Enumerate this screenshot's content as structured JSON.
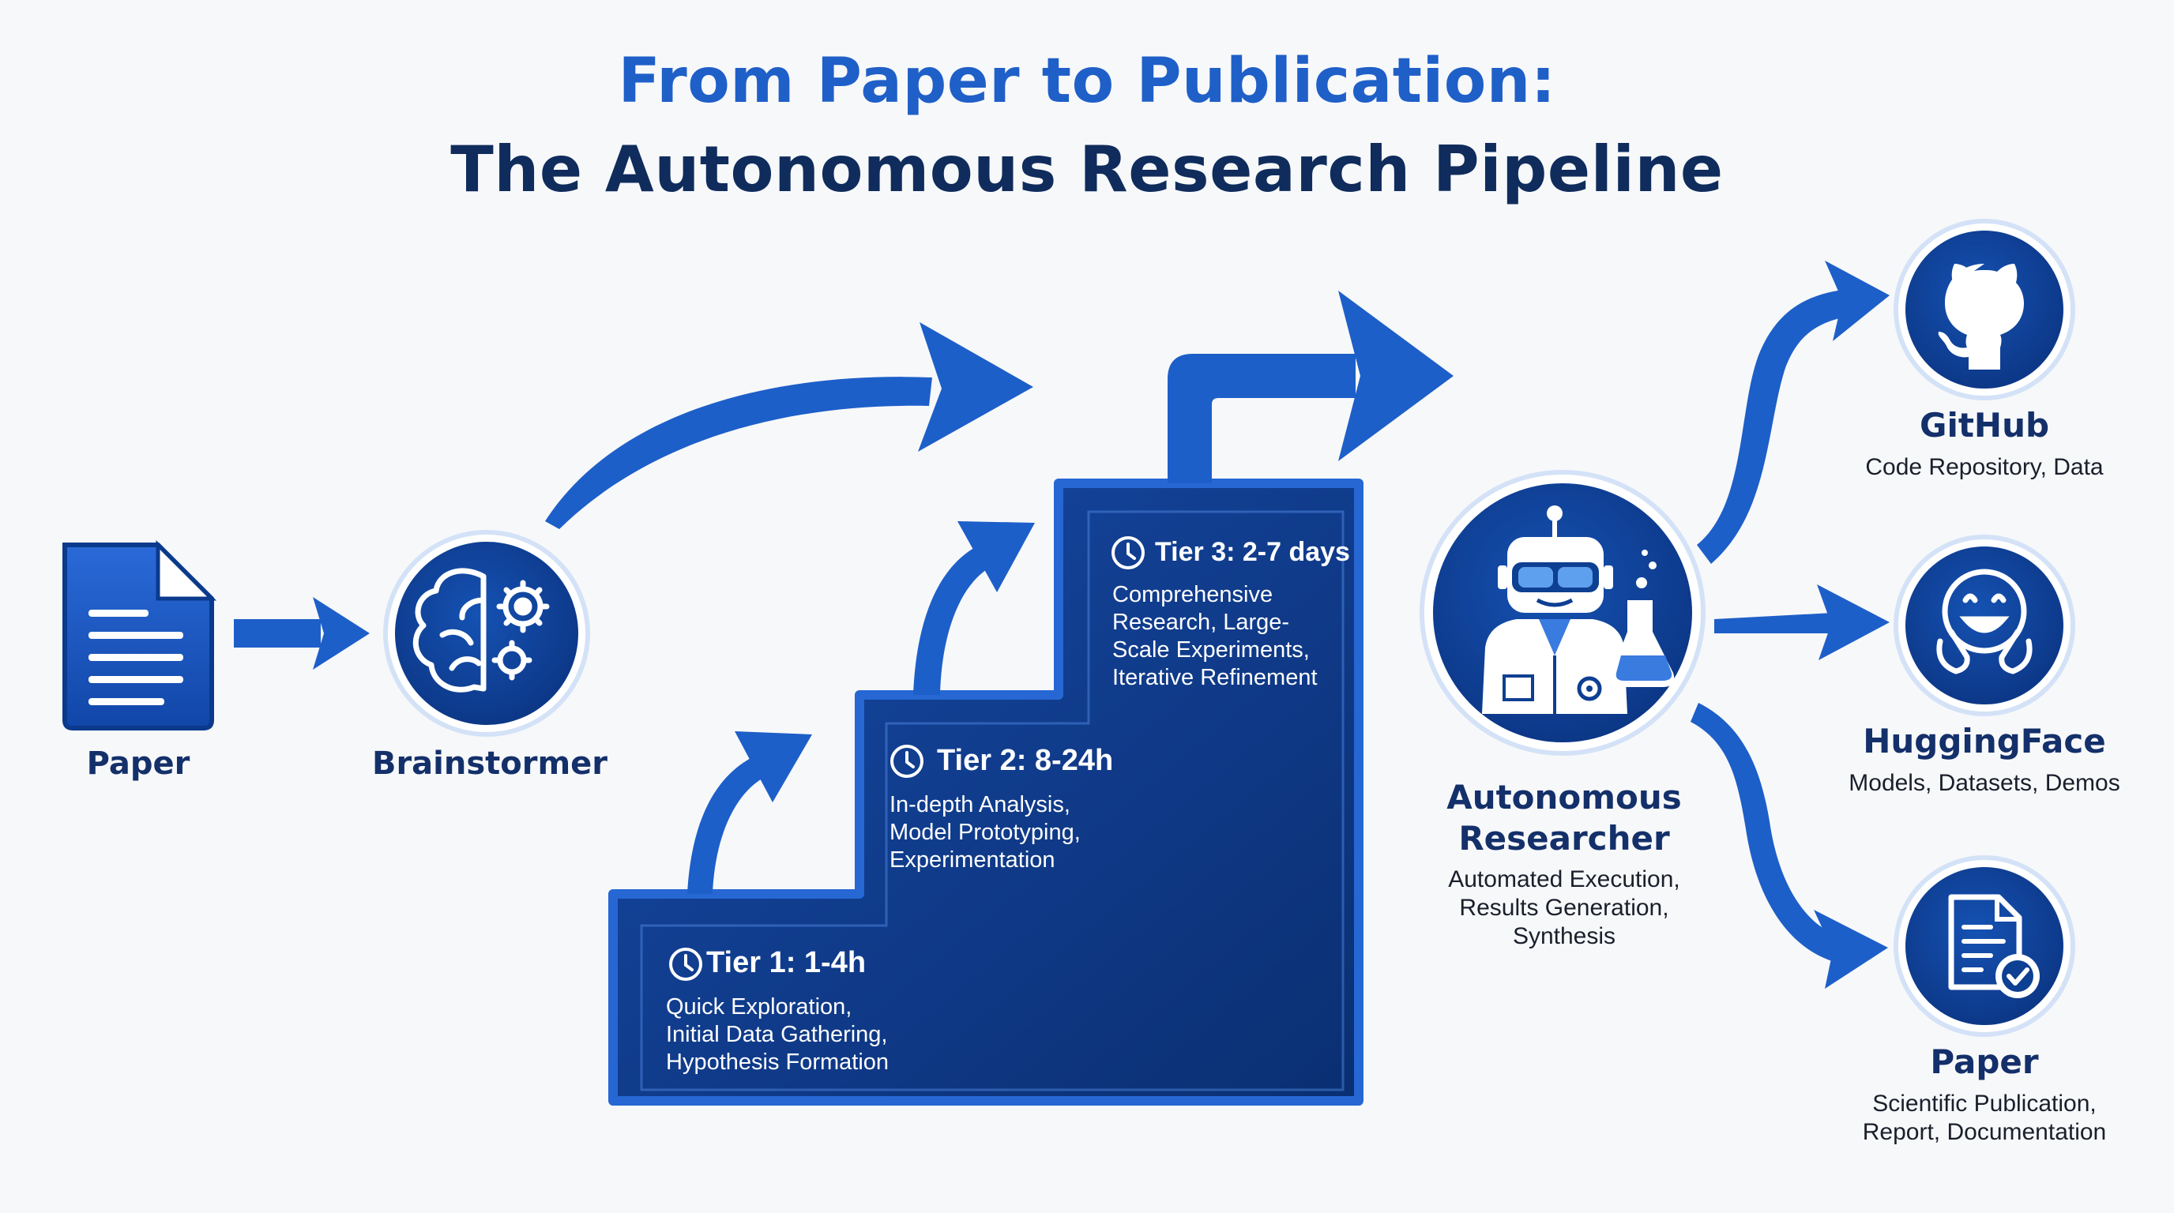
{
  "title": {
    "line1": "From Paper to Publication:",
    "line2": "The Autonomous Research Pipeline"
  },
  "colors": {
    "title_blue": "#1f5fc8",
    "title_navy": "#0f2c5c",
    "node_blue": "#0d3f92",
    "arrow_blue": "#1d5fc9",
    "stair_fill": "#0c3a86",
    "background": "#f7f8fa"
  },
  "nodes": {
    "paper_input": {
      "label": "Paper",
      "icon": "document-icon"
    },
    "brainstormer": {
      "label": "Brainstormer",
      "icon": "brain-gear-icon"
    },
    "researcher": {
      "label_line1": "Autonomous",
      "label_line2": "Researcher",
      "desc": [
        "Automated Execution,",
        "Results Generation,",
        "Synthesis"
      ],
      "icon": "robot-scientist-icon"
    }
  },
  "tiers": [
    {
      "title": "Tier 1: 1-4h",
      "desc": "Quick Exploration,\nInitial Data Gathering,\nHypothesis Formation",
      "icon": "clock-icon"
    },
    {
      "title": "Tier 2: 8-24h",
      "desc": "In-depth Analysis,\nModel Prototyping,\nExperimentation",
      "icon": "clock-icon"
    },
    {
      "title": "Tier 3: 2-7 days",
      "desc": "Comprehensive\nResearch, Large-\nScale Experiments,\nIterative Refinement",
      "icon": "clock-icon"
    }
  ],
  "outputs": [
    {
      "label": "GitHub",
      "desc": "Code Repository, Data",
      "icon": "github-octocat-icon"
    },
    {
      "label": "HuggingFace",
      "desc": "Models, Datasets, Demos",
      "icon": "huggingface-emoji-icon"
    },
    {
      "label": "Paper",
      "desc": [
        "Scientific Publication,",
        "Report, Documentation"
      ],
      "icon": "document-check-icon"
    }
  ]
}
